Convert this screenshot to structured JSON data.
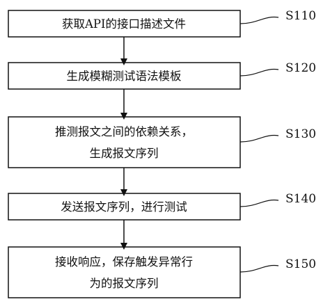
{
  "steps": [
    {
      "id": "S110",
      "lines": [
        "获取API的接口描述文件"
      ]
    },
    {
      "id": "S120",
      "lines": [
        "生成模糊测试语法模板"
      ]
    },
    {
      "id": "S130",
      "lines": [
        "推测报文之间的依赖关系，",
        "生成报文序列"
      ]
    },
    {
      "id": "S140",
      "lines": [
        "发送报文序列，进行测试"
      ]
    },
    {
      "id": "S150",
      "lines": [
        "接收响应，保存触发异常行",
        "为的报文序列"
      ]
    }
  ],
  "colors": {
    "stroke": "#111111",
    "text": "#111111",
    "background": "#ffffff"
  }
}
